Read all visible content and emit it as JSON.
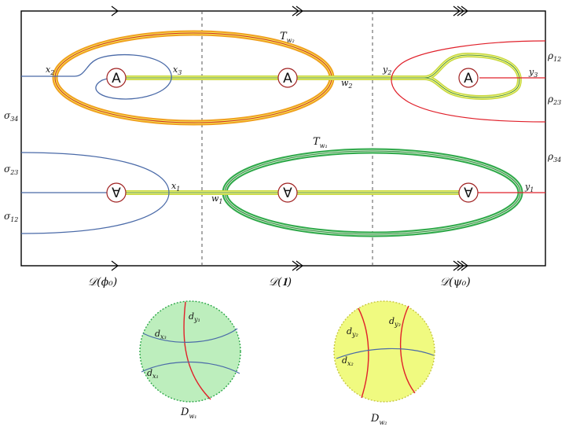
{
  "labels": {
    "T_w2": {
      "base": "T",
      "sub": "w₂"
    },
    "T_w1": {
      "base": "T",
      "sub": "w₁"
    },
    "x2": {
      "base": "x",
      "sub": "2"
    },
    "x3": {
      "base": "x",
      "sub": "3"
    },
    "x1": {
      "base": "x",
      "sub": "1"
    },
    "w2": {
      "base": "w",
      "sub": "2"
    },
    "w1": {
      "base": "w",
      "sub": "1"
    },
    "y2": {
      "base": "y",
      "sub": "2"
    },
    "y3": {
      "base": "y",
      "sub": "3"
    },
    "y1": {
      "base": "y",
      "sub": "1"
    },
    "sigma34": {
      "base": "σ",
      "sub": "34"
    },
    "sigma23": {
      "base": "σ",
      "sub": "23"
    },
    "sigma12": {
      "base": "σ",
      "sub": "12"
    },
    "rho12": {
      "base": "ρ",
      "sub": "12"
    },
    "rho23": {
      "base": "ρ",
      "sub": "23"
    },
    "rho34": {
      "base": "ρ",
      "sub": "34"
    },
    "D_phi0": {
      "text": "𝒟(ϕ₀)"
    },
    "D_1": {
      "text": "𝒟(𝟏)"
    },
    "D_psi0": {
      "text": "𝒟(ψ₀)"
    },
    "d_y1": {
      "base": "d",
      "sub": "y₁"
    },
    "d_x3": {
      "base": "d",
      "sub": "x₃"
    },
    "d_x1": {
      "base": "d",
      "sub": "x₁"
    },
    "d_y2": {
      "base": "d",
      "sub": "y₂"
    },
    "d_y3": {
      "base": "d",
      "sub": "y₃"
    },
    "d_x2": {
      "base": "d",
      "sub": "x₂"
    },
    "D_w1": {
      "base": "D",
      "sub": "w₁"
    },
    "D_w2": {
      "base": "D",
      "sub": "w₂"
    }
  },
  "circle_symbols": {
    "top": "A",
    "bottom": "∀"
  },
  "colors": {
    "blue": "#4a6aa8",
    "red": "#e0202a",
    "green": "#2fa84a",
    "yellow": "#e8f070",
    "orange": "#f0a020",
    "disk_green": "#bdeebd",
    "disk_yellow": "#f0fa80"
  }
}
